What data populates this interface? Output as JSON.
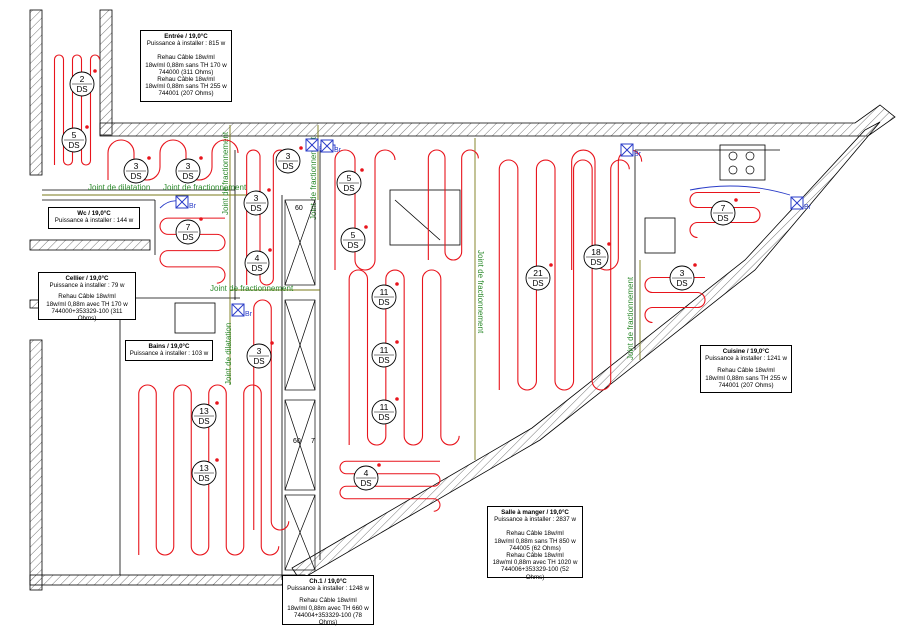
{
  "room_labels": {
    "entree": {
      "title": "Entrée / 19,0°C",
      "power": "Puissance à installer : 815 w",
      "lines": [
        "Rehau Câble 18w/ml",
        "18w/ml 0,88m sans TH  170 w",
        "744000 (311 Ohms)",
        "Rehau Câble 18w/ml",
        "18w/ml 0,88m sans TH  255 w",
        "744001 (207 Ohms)"
      ]
    },
    "wc": {
      "title": "Wc / 19,0°C",
      "power": "Puissance à installer : 144 w"
    },
    "cellier": {
      "title": "Cellier / 19,0°C",
      "power": "Puissance à installer : 79 w",
      "lines": [
        "Rehau Câble 18w/ml",
        "18w/ml 0,88m avec TH  170 w",
        "744000+353329-100 (311 Ohms)"
      ]
    },
    "bains": {
      "title": "Bains / 19,0°C",
      "power": "Puissance à installer : 103 w"
    },
    "cuisine": {
      "title": "Cuisine / 19,0°C",
      "power": "Puissance à installer : 1241 w",
      "lines": [
        "Rehau Câble 18w/ml",
        "18w/ml 0,88m sans TH  255 w",
        "744001 (207 Ohms)"
      ]
    },
    "salle": {
      "title": "Salle à manger / 19,0°C",
      "power": "Puissance à installer : 2837 w",
      "lines": [
        "Rehau Câble 18w/ml",
        "18w/ml 0,88m sans TH  850 w",
        "744005 (62 Ohms)",
        "Rehau Câble 18w/ml",
        "18w/ml 0,88m avec TH  1020 w",
        "744006+353329-100 (52 Ohms)"
      ]
    },
    "ch1": {
      "title": "Ch.1 / 19,0°C",
      "power": "Puissance à installer : 1248 w",
      "lines": [
        "Rehau Câble 18w/ml",
        "18w/ml 0,88m avec TH  660 w",
        "744004+353329-100 (78 Ohms)"
      ]
    }
  },
  "joints": {
    "dilatation": "Joint de dilatation",
    "fractionnement": "Joint de fractionnement"
  },
  "zones": [
    {
      "n": "2",
      "ds": "DS"
    },
    {
      "n": "5",
      "ds": "DS"
    },
    {
      "n": "3",
      "ds": "DS"
    },
    {
      "n": "3",
      "ds": "DS"
    },
    {
      "n": "3",
      "ds": "DS"
    },
    {
      "n": "3",
      "ds": "DS"
    },
    {
      "n": "7",
      "ds": "DS"
    },
    {
      "n": "4",
      "ds": "DS"
    },
    {
      "n": "5",
      "ds": "DS"
    },
    {
      "n": "5",
      "ds": "DS"
    },
    {
      "n": "11",
      "ds": "DS"
    },
    {
      "n": "11",
      "ds": "DS"
    },
    {
      "n": "11",
      "ds": "DS"
    },
    {
      "n": "3",
      "ds": "DS"
    },
    {
      "n": "13",
      "ds": "DS"
    },
    {
      "n": "13",
      "ds": "DS"
    },
    {
      "n": "4",
      "ds": "DS"
    },
    {
      "n": "21",
      "ds": "DS"
    },
    {
      "n": "18",
      "ds": "DS"
    },
    {
      "n": "7",
      "ds": "DS"
    },
    {
      "n": "3",
      "ds": "DS"
    }
  ],
  "thermostat_label": "Br",
  "dims": {
    "a": "60",
    "b": "60",
    "c": "7"
  },
  "colors": {
    "cable": "#e8141c",
    "wall_hatch": "#555555",
    "joint": "#7a7a18",
    "joint_text": "#2e8b2e",
    "thermostat": "#2a3cc8"
  }
}
